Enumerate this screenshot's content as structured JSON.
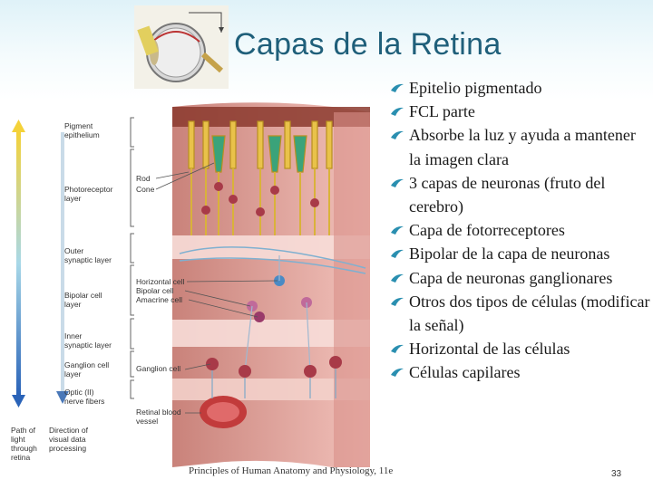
{
  "slide": {
    "title": "Capas de la Retina",
    "bullets": [
      "Epitelio pigmentado",
      "FCL parte",
      "Absorbe la luz y ayuda a mantener la imagen clara",
      "3 capas de neuronas (fruto del cerebro)",
      "Capa de fotorreceptores",
      "Bipolar de la capa de neuronas",
      "Capa de neuronas ganglionares",
      "Otros dos tipos de células (modificar la señal)",
      "Horizontal de las células",
      "Células capilares"
    ],
    "footer": "Principles of Human Anatomy and Physiology, 11e",
    "page_number": "33",
    "bullet_icon": "swoosh-icon"
  },
  "figure": {
    "left_labels": {
      "pigment": "Pigment\nepithelium",
      "photoreceptor": "Photoreceptor\nlayer",
      "outer_synaptic": "Outer\nsynaptic layer",
      "bipolar_layer": "Bipolar cell\nlayer",
      "inner_synaptic": "Inner\nsynaptic layer",
      "ganglion_layer": "Ganglion cell\nlayer",
      "optic_fibers": "Optic (II)\nnerve fibers",
      "light_path": "Path of\nlight\nthrough\nretina",
      "direction": "Direction of\nvisual data\nprocessing"
    },
    "cell_labels": {
      "rod": "Rod",
      "cone": "Cone",
      "horizontal": "Horizontal cell",
      "bipolar": "Bipolar cell",
      "amacrine": "Amacrine cell",
      "ganglion": "Ganglion cell",
      "vessel": "Retinal blood\nvessel"
    }
  },
  "colors": {
    "title": "#1f5f7a",
    "bullet": "#2a8fb0",
    "pink_tissue": "#e8a7a2",
    "yellow_cells": "#e9c24a"
  }
}
